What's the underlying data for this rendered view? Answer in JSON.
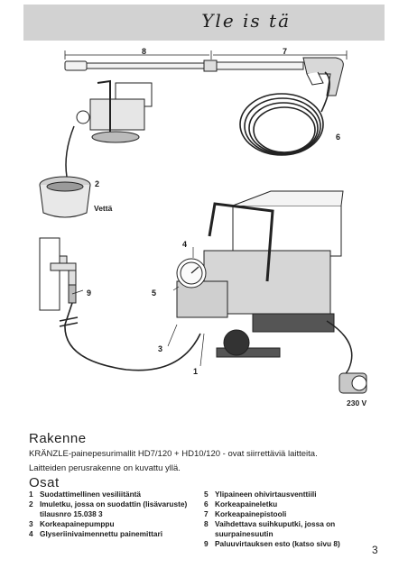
{
  "header": {
    "title": "Yle is tä"
  },
  "illustration": {
    "callouts": [
      "8",
      "7",
      "6",
      "2",
      "4",
      "9",
      "5",
      "3",
      "1"
    ],
    "water_label": "Vettä",
    "voltage_label": "230 V"
  },
  "rakenne": {
    "title": "Rakenne",
    "line1": "KRÄNZLE-painepesurimallit HD7/120 + HD10/120 - ovat siirrettäviä laitteita.",
    "line2": "Laitteiden perusrakenne on kuvattu yllä."
  },
  "osat": {
    "title": "Osat",
    "left_items": [
      {
        "num": "1",
        "text": "Suodattimellinen vesiliitäntä"
      },
      {
        "num": "2",
        "text": "Imuletku, jossa on suodattin (lisävaruste) tilausnro 15.038 3"
      },
      {
        "num": "3",
        "text": "Korkeapainepumppu"
      },
      {
        "num": "4",
        "text": "Glyseriinivaimennettu painemittari"
      }
    ],
    "right_items": [
      {
        "num": "5",
        "text": "Ylipaineen ohivirtausventtiili"
      },
      {
        "num": "6",
        "text": "Korkeapaineletku"
      },
      {
        "num": "7",
        "text": "Korkeapainepistooli"
      },
      {
        "num": "8",
        "text": "Vaihdettava suihkuputki, jossa on suurpainesuutin"
      },
      {
        "num": "9",
        "text": "Paluuvirtauksen esto (katso sivu 8)"
      }
    ]
  },
  "page_number": "3"
}
